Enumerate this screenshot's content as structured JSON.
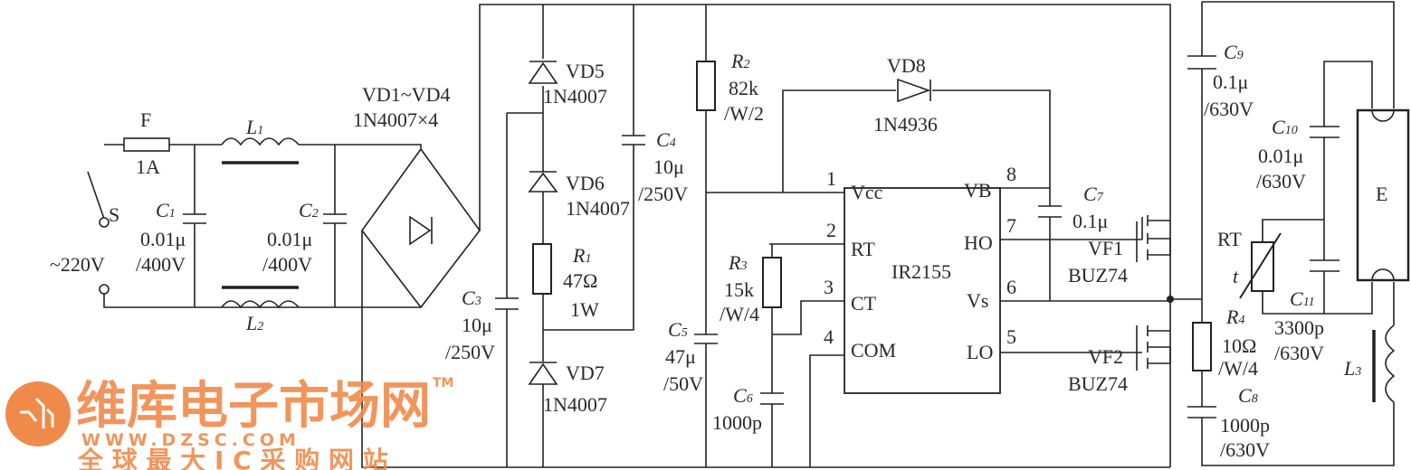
{
  "components": {
    "switch": "S",
    "supply": "~220V",
    "fuse": {
      "name": "F",
      "value": "1A"
    },
    "L1": {
      "name": "L",
      "sub": "1"
    },
    "L2": {
      "name": "L",
      "sub": "2"
    },
    "L3": {
      "name": "L",
      "sub": "3"
    },
    "C1": {
      "name": "C",
      "sub": "1",
      "value": "0.01μ",
      "rating": "/400V"
    },
    "C2": {
      "name": "C",
      "sub": "2",
      "value": "0.01μ",
      "rating": "/400V"
    },
    "bridge": {
      "name": "VD1~VD4",
      "value": "1N4007×4"
    },
    "C3": {
      "name": "C",
      "sub": "3",
      "value": "10μ",
      "rating": "/250V"
    },
    "VD5": {
      "name": "VD5",
      "value": "1N4007"
    },
    "VD6": {
      "name": "VD6",
      "value": "1N4007"
    },
    "VD7": {
      "name": "VD7",
      "value": "1N4007"
    },
    "R1": {
      "name": "R",
      "sub": "1",
      "value": "47Ω",
      "rating": "1W"
    },
    "C4": {
      "name": "C",
      "sub": "4",
      "value": "10μ",
      "rating": "/250V"
    },
    "R2": {
      "name": "R",
      "sub": "2",
      "value": "82k",
      "rating": "/W/2"
    },
    "VD8": {
      "name": "VD8",
      "value": "1N4936"
    },
    "R3": {
      "name": "R",
      "sub": "3",
      "value": "15k",
      "rating": "/W/4"
    },
    "C5": {
      "name": "C",
      "sub": "5",
      "value": "47μ",
      "rating": "/50V"
    },
    "C6": {
      "name": "C",
      "sub": "6",
      "value": "1000p"
    },
    "C7": {
      "name": "C",
      "sub": "7",
      "value": "0.1μ"
    },
    "VF1": {
      "name": "VF1",
      "value": "BUZ74"
    },
    "VF2": {
      "name": "VF2",
      "value": "BUZ74"
    },
    "C9": {
      "name": "C",
      "sub": "9",
      "value": "0.1μ",
      "rating": "/630V"
    },
    "C10": {
      "name": "C",
      "sub": "10",
      "value": "0.01μ",
      "rating": "/630V"
    },
    "C11": {
      "name": "C",
      "sub": "11",
      "value": "3300p",
      "rating": "/630V"
    },
    "RT": {
      "name": "RT",
      "symbol": "t"
    },
    "R4": {
      "name": "R",
      "sub": "4",
      "value": "10Ω",
      "rating": "/W/4"
    },
    "C8": {
      "name": "C",
      "sub": "8",
      "value": "1000p",
      "rating": "/630V"
    },
    "lamp": "E"
  },
  "ic": {
    "name": "IR2155",
    "pins": [
      {
        "num": "1",
        "label": "Vcc"
      },
      {
        "num": "2",
        "label": "RT"
      },
      {
        "num": "3",
        "label": "CT"
      },
      {
        "num": "4",
        "label": "COM"
      },
      {
        "num": "8",
        "label": "VB"
      },
      {
        "num": "7",
        "label": "HO"
      },
      {
        "num": "6",
        "label": "Vs"
      },
      {
        "num": "5",
        "label": "LO"
      }
    ]
  },
  "watermark": {
    "brand": "维库电子市场网",
    "tm": "TM",
    "url": "WWW.DZSC.COM",
    "slogan": "全 球 最 大 I C 采 购 网 站"
  }
}
